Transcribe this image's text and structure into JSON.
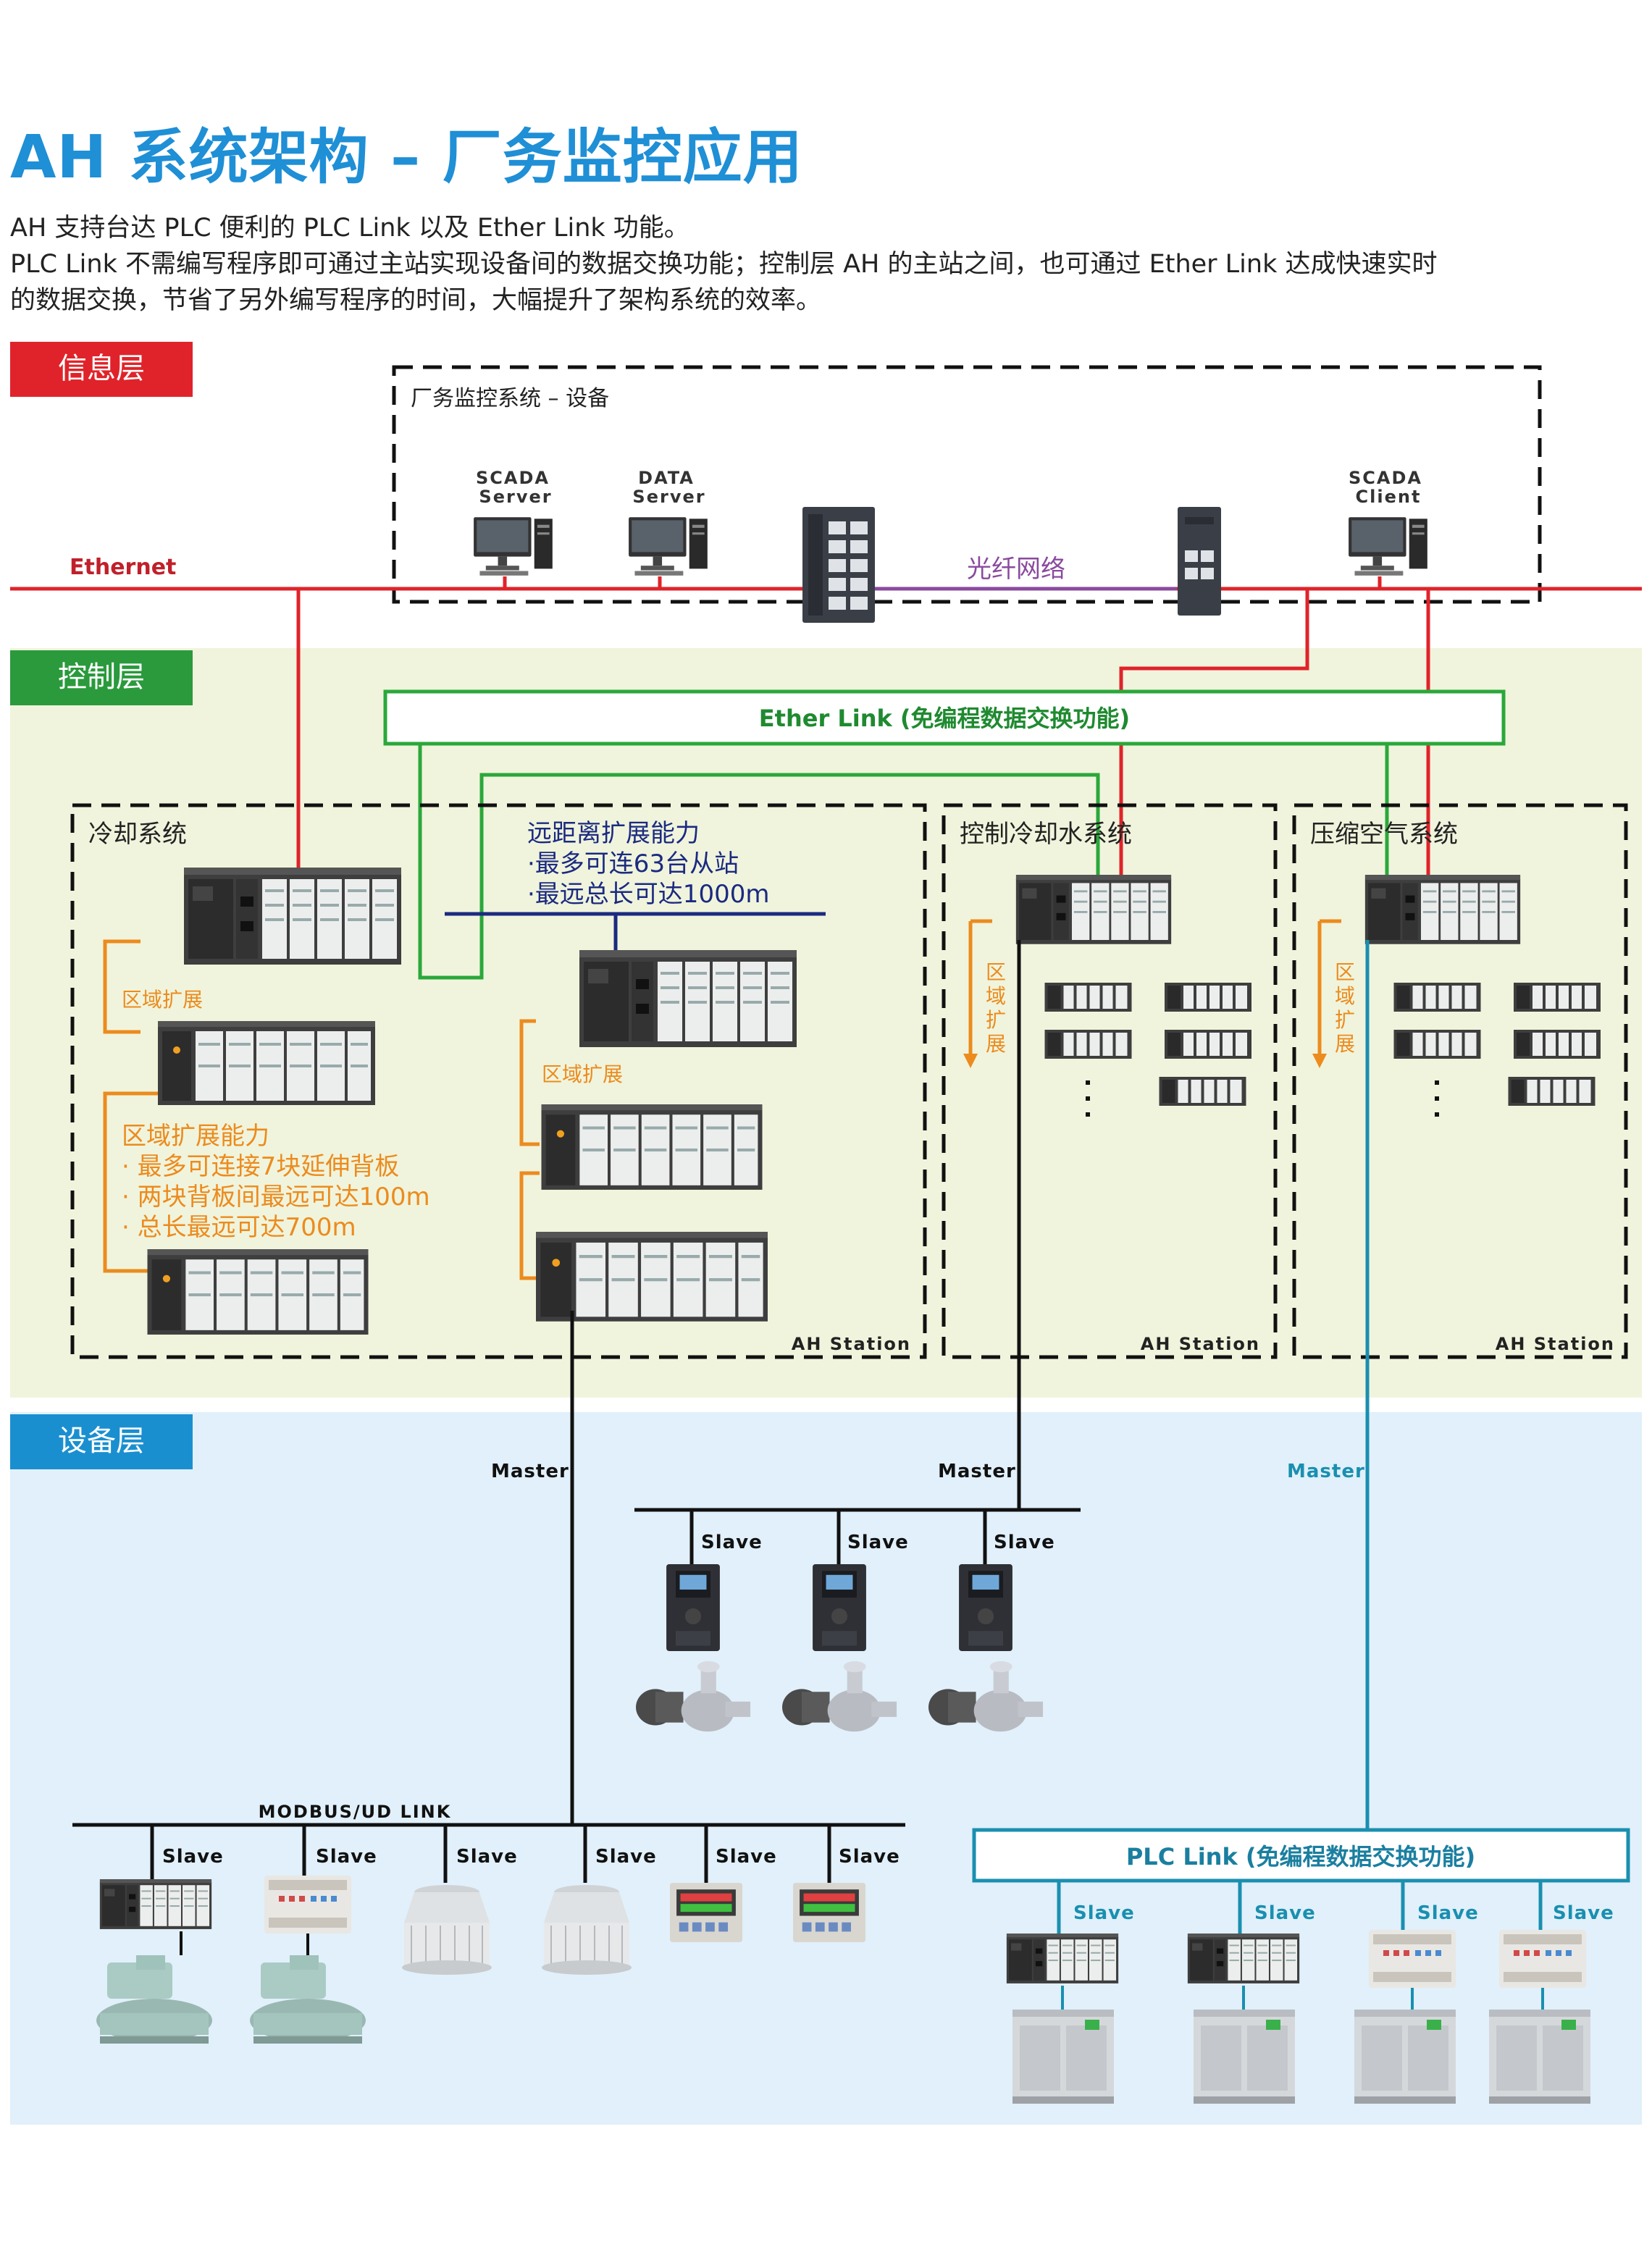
{
  "title": "AH 系统架构 – 厂务监控应用",
  "intro": [
    "AH 支持台达 PLC 便利的 PLC Link 以及 Ether Link 功能。",
    "PLC Link 不需编写程序即可通过主站实现设备间的数据交换功能；控制层 AH 的主站之间，也可通过 Ether Link 达成快速实时",
    "的数据交换，节省了另外编写程序的时间，大幅提升了架构系统的效率。"
  ],
  "colors": {
    "info": "#e0232a",
    "control": "#2a9a3c",
    "device": "#1a8fd0",
    "ethernet": "#e0232a",
    "etherlink": "#2aa83a",
    "fiber": "#8a4a9e",
    "orange": "#ec8b1e",
    "plclink": "#1a8fb0",
    "navy": "#1b2a80"
  },
  "layers": {
    "info": "信息层",
    "control": "控制层",
    "device": "设备层"
  },
  "info": {
    "group_title": "厂务监控系统 – 设备",
    "ethernet_label": "Ethernet",
    "fiber_label": "光纤网络",
    "scada_server": [
      "SCADA",
      "Server"
    ],
    "data_server": [
      "DATA",
      "Server"
    ],
    "scada_client": [
      "SCADA",
      "Client"
    ]
  },
  "control": {
    "etherlink_label": "Ether Link (免编程数据交换功能)",
    "cooling_title": "冷却系统",
    "chilled_title": "控制冷却水系统",
    "air_title": "压缩空气系统",
    "remote_lines": [
      "远距离扩展能力",
      "·最多可连63台从站",
      "·最远总长可达1000m"
    ],
    "area_expand": "区域扩展",
    "area_ability": [
      "区域扩展能力",
      "· 最多可连接7块延伸背板",
      "· 两块背板间最远可达100m",
      "· 总长最远可达700m"
    ],
    "area_vertical": [
      "区",
      "域",
      "扩",
      "展"
    ],
    "station": "AH Station"
  },
  "device": {
    "master": "Master",
    "slave": "Slave",
    "modbus_label": "MODBUS/UD LINK",
    "plclink_label": "PLC Link (免编程数据交换功能)"
  }
}
